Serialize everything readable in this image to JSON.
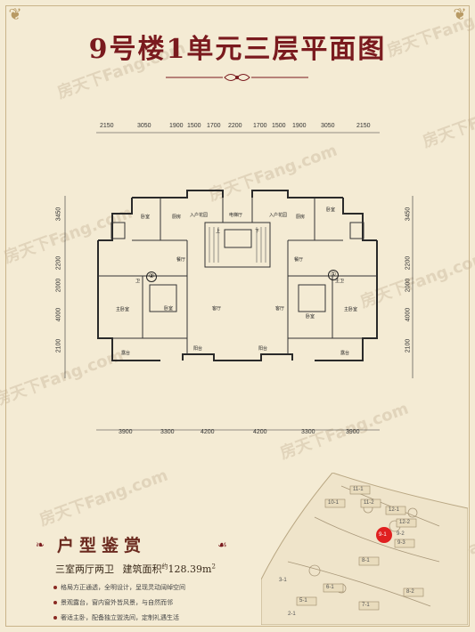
{
  "title": "9号楼1单元三层平面图",
  "watermark": "房天下Fang.com",
  "top_dims": [
    "2150",
    "3050",
    "1900",
    "1500",
    "1700",
    "2200",
    "1700",
    "1500",
    "1900",
    "3050",
    "2150"
  ],
  "bottom_dims": [
    "3900",
    "3300",
    "4200",
    "4200",
    "3300",
    "3900"
  ],
  "left_dims": [
    "3450",
    "2200",
    "2000",
    "4000",
    "2100"
  ],
  "right_dims": [
    "3450",
    "2200",
    "2000",
    "4000",
    "2100"
  ],
  "rooms": {
    "bedroom": "卧室",
    "kitchen": "厨房",
    "entry_garden": "入户花园",
    "elevator_hall": "电梯厅",
    "dining": "餐厅",
    "living": "客厅",
    "master_bedroom": "主卧室",
    "bathroom": "卫",
    "master_bath": "主卫",
    "terrace": "露台",
    "balcony": "阳台",
    "up": "上",
    "down": "下"
  },
  "unit_markers": [
    "②",
    "①"
  ],
  "section_title": "户型鉴赏",
  "summary": {
    "layout": "三室两厅两卫",
    "area_label": "建筑面积",
    "area_value": "128.39",
    "area_unit": "m",
    "area_sup": "2",
    "approx": "约"
  },
  "features": [
    "格局方正通透，全明设计，呈现灵动阔绰空间",
    "景观露台，窗内窗外皆风景，与自然而邻",
    "奢适主卧，配备独立盥洗间，定制礼遇生活"
  ],
  "site_labels": [
    "11-1",
    "11-2",
    "10-1",
    "12-1",
    "12-2",
    "9-1",
    "9-2",
    "9-3",
    "8-1",
    "8-2",
    "7-1",
    "6-1",
    "5-1",
    "3-1",
    "2-1"
  ],
  "colors": {
    "title": "#7a1a1e",
    "background": "#f4ebd4",
    "highlight": "#e02020"
  }
}
